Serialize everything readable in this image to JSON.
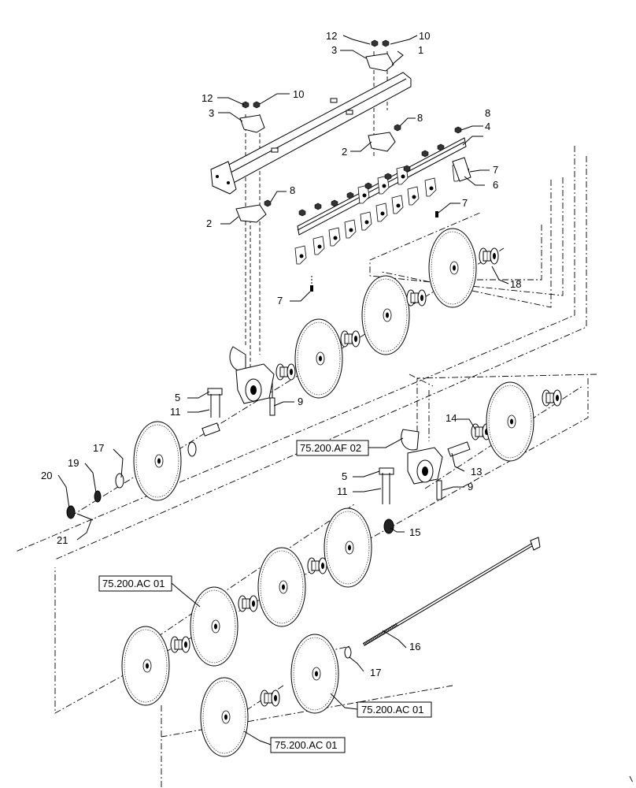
{
  "callouts": {
    "c1": "1",
    "c2a": "2",
    "c2b": "2",
    "c3a": "3",
    "c3b": "3",
    "c4": "4",
    "c5a": "5",
    "c5b": "5",
    "c6": "6",
    "c7a": "7",
    "c7b": "7",
    "c7c": "7",
    "c8a": "8",
    "c8b": "8",
    "c8c": "8",
    "c9a": "9",
    "c9b": "9",
    "c10a": "10",
    "c10b": "10",
    "c11a": "11",
    "c11b": "11",
    "c12a": "12",
    "c12b": "12",
    "c13": "13",
    "c14": "14",
    "c15": "15",
    "c16": "16",
    "c17a": "17",
    "c17b": "17",
    "c18": "18",
    "c19": "19",
    "c20": "20",
    "c21": "21"
  },
  "references": {
    "r_af02": "75.200.AF 02",
    "r_ac01_a": "75.200.AC 01",
    "r_ac01_b": "75.200.AC 01",
    "r_ac01_c": "75.200.AC 01"
  }
}
